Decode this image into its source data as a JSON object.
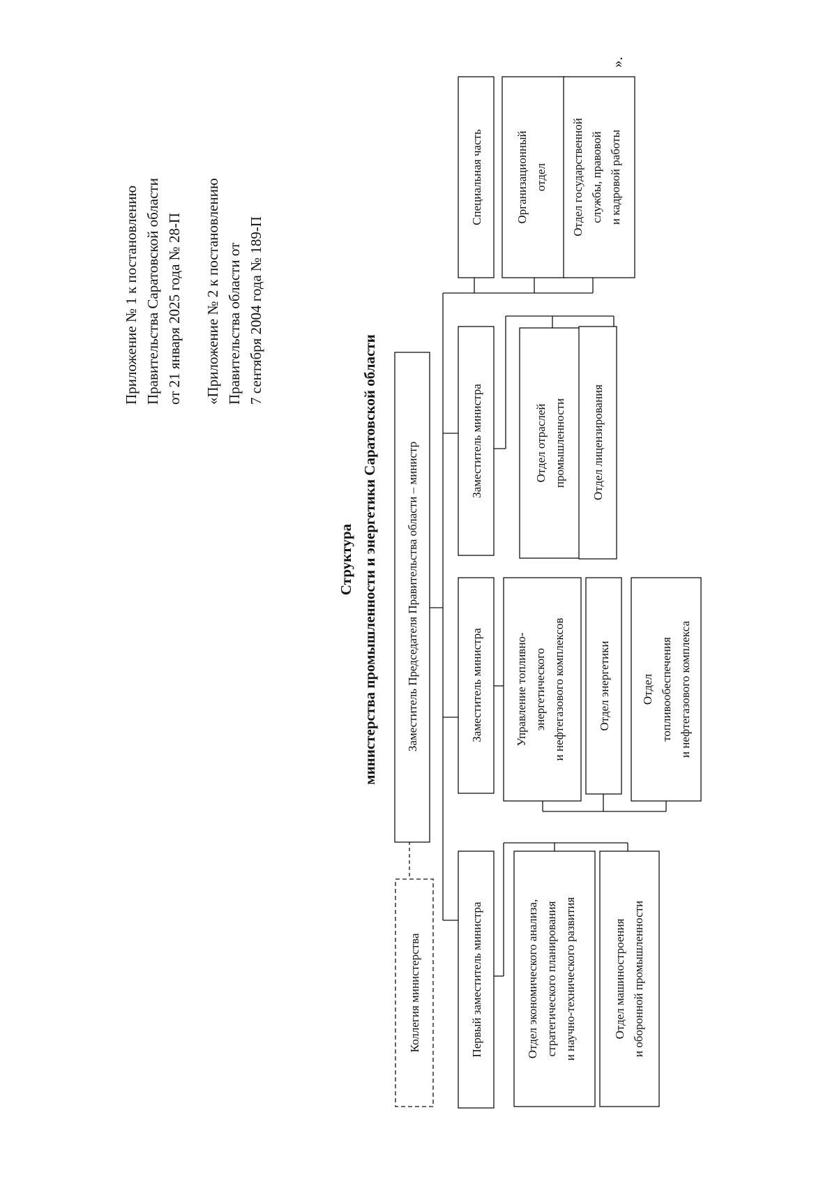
{
  "header": {
    "appendix1": [
      "Приложение № 1 к постановлению",
      "Правительства Саратовской области",
      "от 21 января 2025 года № 28-П"
    ],
    "appendix2": [
      "«Приложение № 2 к постановлению",
      "Правительства области от",
      "7 сентября 2004 года № 189-П"
    ]
  },
  "title": {
    "line1": "Структура",
    "line2": "министерства промышленности и энергетики Саратовской области"
  },
  "org": {
    "head": "Заместитель Председателя Правительства области – министр",
    "collegium": "Коллегия министерства",
    "first_deputy": {
      "label": "Первый заместитель министра",
      "units": [
        [
          "Отдел экономического анализа,",
          "стратегического планирования",
          "и научно-технического развития"
        ],
        [
          "Отдел машиностроения",
          "и оборонной промышленности"
        ]
      ]
    },
    "deputy_energy": {
      "label": "Заместитель министра",
      "units": [
        [
          "Управление топливно-",
          "энергетического",
          "и нефтегазового комплексов"
        ],
        [
          "Отдел энергетики"
        ],
        [
          "Отдел",
          "топливообеспечения",
          "и нефтегазового комплекса"
        ]
      ]
    },
    "deputy_industry": {
      "label": "Заместитель министра",
      "units": [
        [
          "Отдел отраслей",
          "промышленности"
        ],
        [
          "Отдел лицензирования"
        ]
      ]
    },
    "direct_units": [
      [
        "Специальная часть"
      ],
      [
        "Организационный",
        "отдел"
      ],
      [
        "Отдел государственной",
        "службы, правовой",
        "и кадровой работы"
      ]
    ],
    "closing_mark": "»."
  }
}
